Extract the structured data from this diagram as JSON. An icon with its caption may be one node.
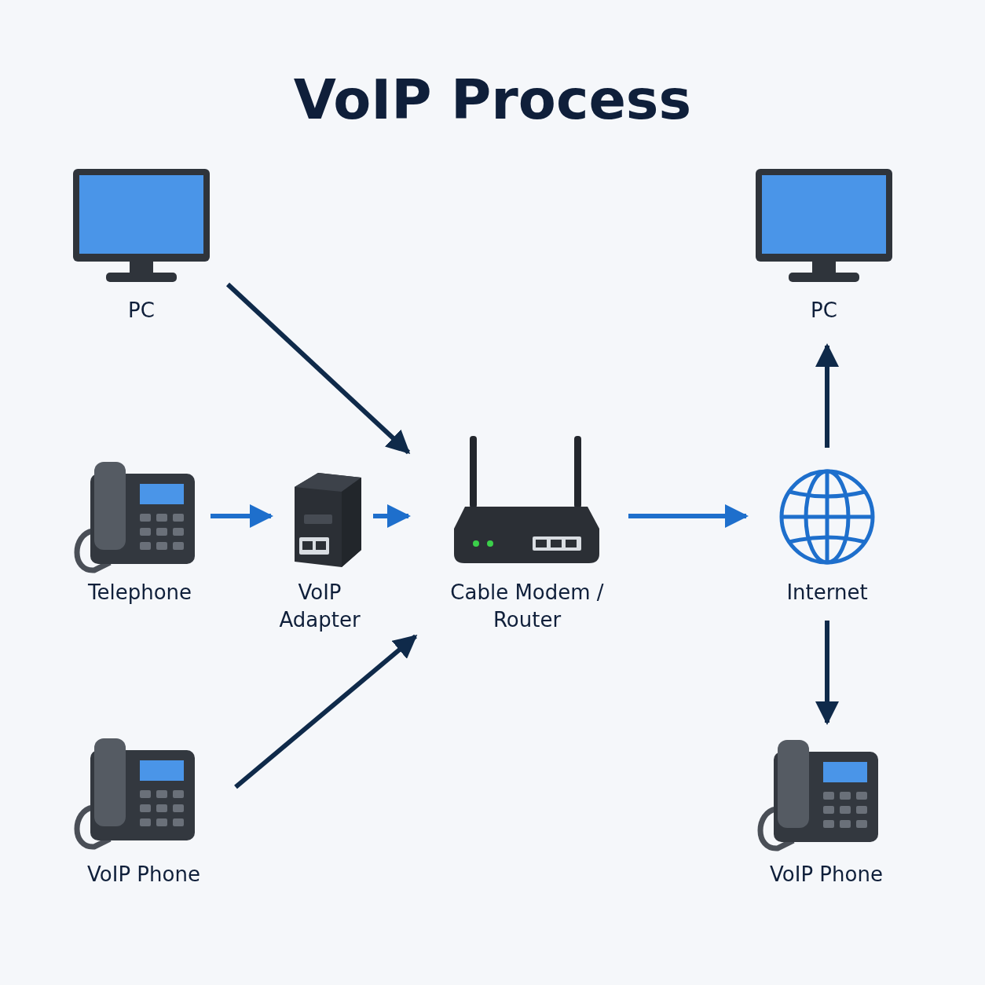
{
  "diagram": {
    "title": "VoIP Process",
    "nodes": [
      {
        "text": [
          "PC"
        ]
      },
      {
        "text": [
          "PC"
        ]
      },
      {
        "text": [
          "Telephone"
        ]
      },
      {
        "text": [
          "VoIP Adapter"
        ]
      },
      {
        "text": [
          "Cable Modem / Router"
        ]
      },
      {
        "text": [
          "Internet"
        ]
      },
      {
        "text": [
          "VoIP Phone"
        ]
      },
      {
        "text": [
          "VoIP Phone"
        ]
      }
    ],
    "edges": [
      {
        "from": 0,
        "to": 4,
        "arrow": "to"
      },
      {
        "from": 2,
        "to": 3,
        "arrow": "to",
        "color": "#1e6fcc"
      },
      {
        "from": 3,
        "to": 4,
        "arrow": "to",
        "color": "#1e6fcc"
      },
      {
        "from": 4,
        "to": 5,
        "arrow": "to",
        "color": "#1e6fcc"
      },
      {
        "from": 6,
        "to": 4,
        "arrow": "to"
      },
      {
        "from": 5,
        "to": 1,
        "arrow": "to"
      },
      {
        "from": 5,
        "to": 7,
        "arrow": "to"
      }
    ]
  }
}
